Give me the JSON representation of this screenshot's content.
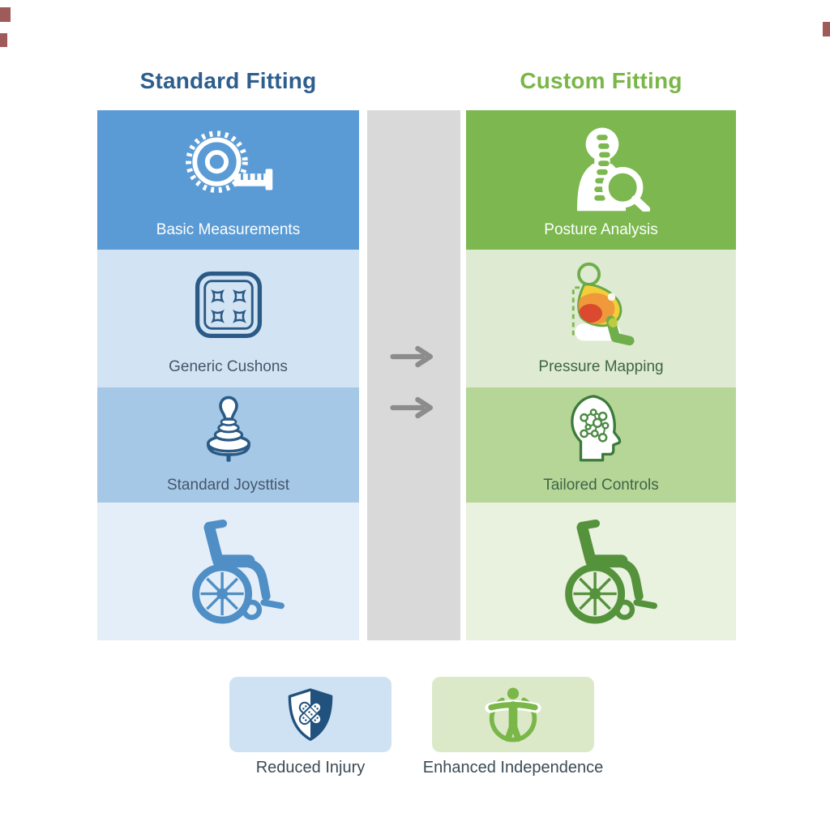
{
  "titles": {
    "left": "Standard Fitting",
    "right": "Custom Fitting"
  },
  "columns": {
    "left": {
      "rows": [
        {
          "label": "Basic Measurements",
          "icon": "measuring-tape-icon"
        },
        {
          "label": "Generic Cushons",
          "icon": "cushion-icon"
        },
        {
          "label": "Standard Joysttist",
          "icon": "joystick-icon"
        },
        {
          "label": "",
          "icon": "wheelchair-icon"
        }
      ]
    },
    "right": {
      "rows": [
        {
          "label": "Posture Analysis",
          "icon": "posture-analysis-icon"
        },
        {
          "label": "Pressure Mapping",
          "icon": "pressure-mapping-icon"
        },
        {
          "label": "Tailored Controls",
          "icon": "head-network-icon"
        },
        {
          "label": "",
          "icon": "wheelchair-icon"
        }
      ]
    }
  },
  "middle": {
    "arrow_icon": "right-arrow-icon",
    "arrow_count": 2
  },
  "footer": {
    "badges": [
      {
        "label": "Reduced Injury",
        "icon": "shield-bandage-icon"
      },
      {
        "label": "Enhanced Independence",
        "icon": "accessibility-icon"
      }
    ]
  },
  "colors": {
    "title_left": "#2d5e8d",
    "title_right": "#7ab648",
    "row1_left": "#5b9bd5",
    "row2_left": "#d2e3f3",
    "row3_left": "#a6c8e7",
    "row4_left": "#e4eef8",
    "row1_right": "#7cb84f",
    "row2_right": "#dfead3",
    "row3_right": "#b6d698",
    "row4_right": "#e9f1df",
    "middle_gray": "#d9d9d9",
    "arrow_gray": "#8c8c8c",
    "badge_blue": "#cfe2f4",
    "badge_green": "#dbe9c9",
    "icon_navy": "#2a5a86",
    "wheelchair_blue": "#4f8fc6",
    "wheelchair_green": "#55923c"
  }
}
